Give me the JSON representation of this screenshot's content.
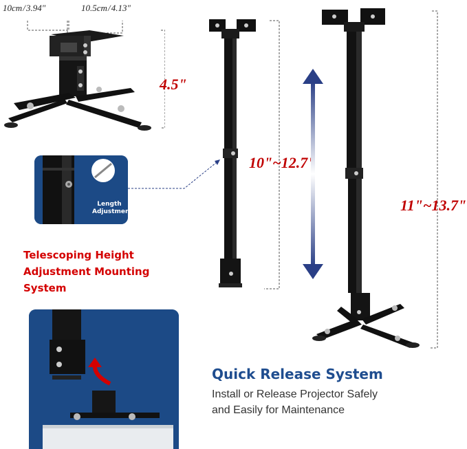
{
  "top_mount": {
    "dim_width_1": "10cm / 3.94\"",
    "dim_width_2": "10.5cm / 4.13\"",
    "height_label": "4.5\""
  },
  "inset": {
    "label_line1": "Length",
    "label_line2": "Adjustment"
  },
  "features": {
    "telescoping_line1": "Telescoping Height",
    "telescoping_line2": "Adjustment Mounting System"
  },
  "middle_pole": {
    "range_label": "10\"~12.7\""
  },
  "right_pole": {
    "range_label": "11\"~13.7\""
  },
  "quick_release": {
    "title": "Quick Release System",
    "desc_line1": "Install or Release Projector Safely",
    "desc_line2": "and Easily for Maintenance"
  },
  "colors": {
    "accent_red": "#d40000",
    "title_blue": "#1f4d8f",
    "panel_blue": "#1c4a86",
    "arrow_blue": "#2a3f86"
  }
}
